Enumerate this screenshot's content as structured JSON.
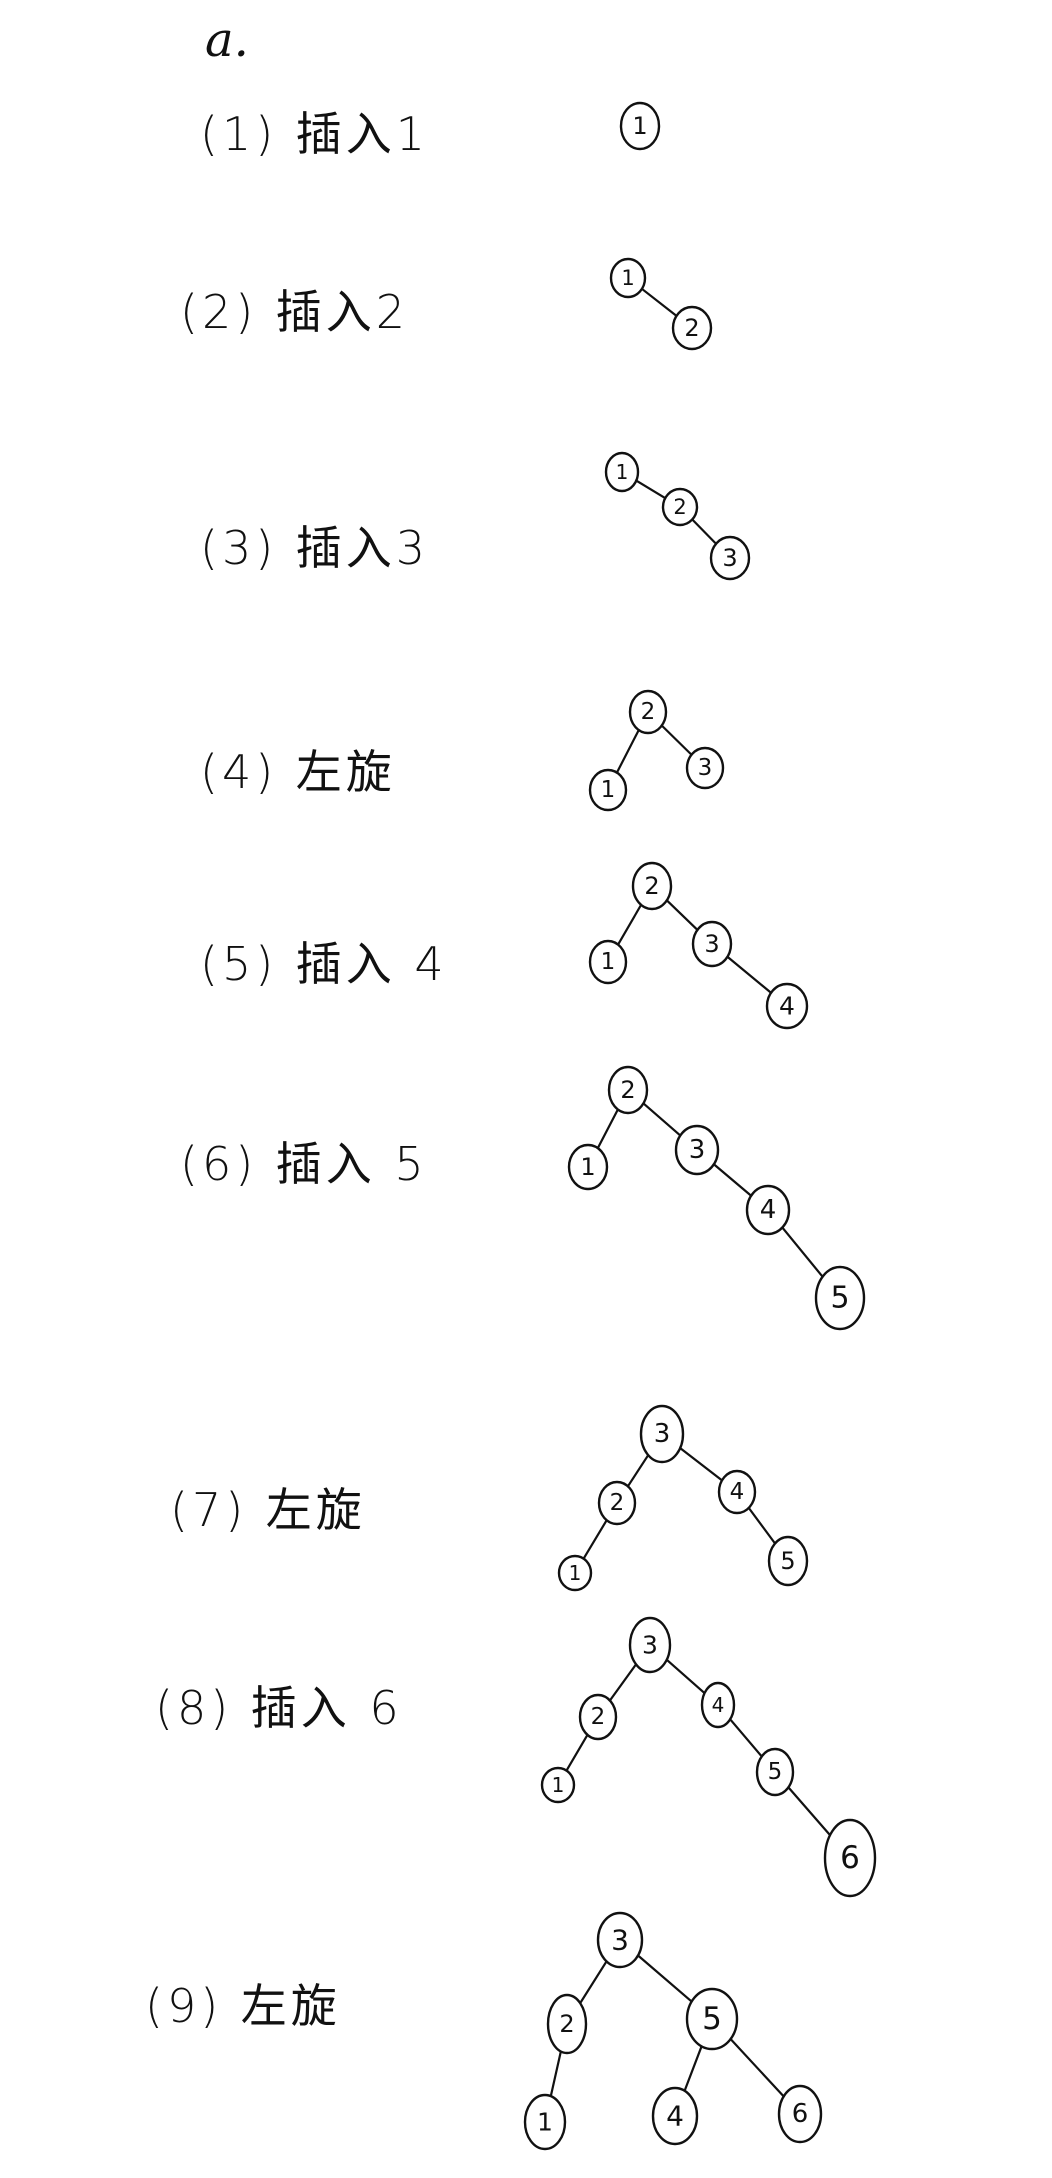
{
  "heading": "a.",
  "steps": [
    {
      "label": "(1) 插入1",
      "nodes": [
        {
          "id": "1",
          "value": "1"
        }
      ],
      "edges": []
    },
    {
      "label": "(2) 插入2",
      "nodes": [
        {
          "id": "1",
          "value": "1"
        },
        {
          "id": "2",
          "value": "2"
        }
      ],
      "edges": [
        [
          "1",
          "2"
        ]
      ]
    },
    {
      "label": "(3) 插入3",
      "nodes": [
        {
          "id": "1",
          "value": "1"
        },
        {
          "id": "2",
          "value": "2"
        },
        {
          "id": "3",
          "value": "3"
        }
      ],
      "edges": [
        [
          "1",
          "2"
        ],
        [
          "2",
          "3"
        ]
      ]
    },
    {
      "label": "(4) 左旋",
      "nodes": [
        {
          "id": "2",
          "value": "2"
        },
        {
          "id": "1",
          "value": "1"
        },
        {
          "id": "3",
          "value": "3"
        }
      ],
      "edges": [
        [
          "2",
          "1"
        ],
        [
          "2",
          "3"
        ]
      ]
    },
    {
      "label": "(5) 插入 4",
      "nodes": [
        {
          "id": "2",
          "value": "2"
        },
        {
          "id": "1",
          "value": "1"
        },
        {
          "id": "3",
          "value": "3"
        },
        {
          "id": "4",
          "value": "4"
        }
      ],
      "edges": [
        [
          "2",
          "1"
        ],
        [
          "2",
          "3"
        ],
        [
          "3",
          "4"
        ]
      ]
    },
    {
      "label": "(6) 插入 5",
      "nodes": [
        {
          "id": "2",
          "value": "2"
        },
        {
          "id": "1",
          "value": "1"
        },
        {
          "id": "3",
          "value": "3"
        },
        {
          "id": "4",
          "value": "4"
        },
        {
          "id": "5",
          "value": "5"
        }
      ],
      "edges": [
        [
          "2",
          "1"
        ],
        [
          "2",
          "3"
        ],
        [
          "3",
          "4"
        ],
        [
          "4",
          "5"
        ]
      ]
    },
    {
      "label": "(7) 左旋",
      "nodes": [
        {
          "id": "3",
          "value": "3"
        },
        {
          "id": "2",
          "value": "2"
        },
        {
          "id": "1",
          "value": "1"
        },
        {
          "id": "4",
          "value": "4"
        },
        {
          "id": "5",
          "value": "5"
        }
      ],
      "edges": [
        [
          "3",
          "2"
        ],
        [
          "2",
          "1"
        ],
        [
          "3",
          "4"
        ],
        [
          "4",
          "5"
        ]
      ]
    },
    {
      "label": "(8) 插入 6",
      "nodes": [
        {
          "id": "3",
          "value": "3"
        },
        {
          "id": "2",
          "value": "2"
        },
        {
          "id": "1",
          "value": "1"
        },
        {
          "id": "4",
          "value": "4"
        },
        {
          "id": "5",
          "value": "5"
        },
        {
          "id": "6",
          "value": "6"
        }
      ],
      "edges": [
        [
          "3",
          "2"
        ],
        [
          "2",
          "1"
        ],
        [
          "3",
          "4"
        ],
        [
          "4",
          "5"
        ],
        [
          "5",
          "6"
        ]
      ]
    },
    {
      "label": "(9) 左旋",
      "nodes": [
        {
          "id": "3",
          "value": "3"
        },
        {
          "id": "2",
          "value": "2"
        },
        {
          "id": "1",
          "value": "1"
        },
        {
          "id": "5",
          "value": "5"
        },
        {
          "id": "4",
          "value": "4"
        },
        {
          "id": "6",
          "value": "6"
        }
      ],
      "edges": [
        [
          "3",
          "2"
        ],
        [
          "2",
          "1"
        ],
        [
          "3",
          "5"
        ],
        [
          "5",
          "4"
        ],
        [
          "5",
          "6"
        ]
      ]
    }
  ]
}
